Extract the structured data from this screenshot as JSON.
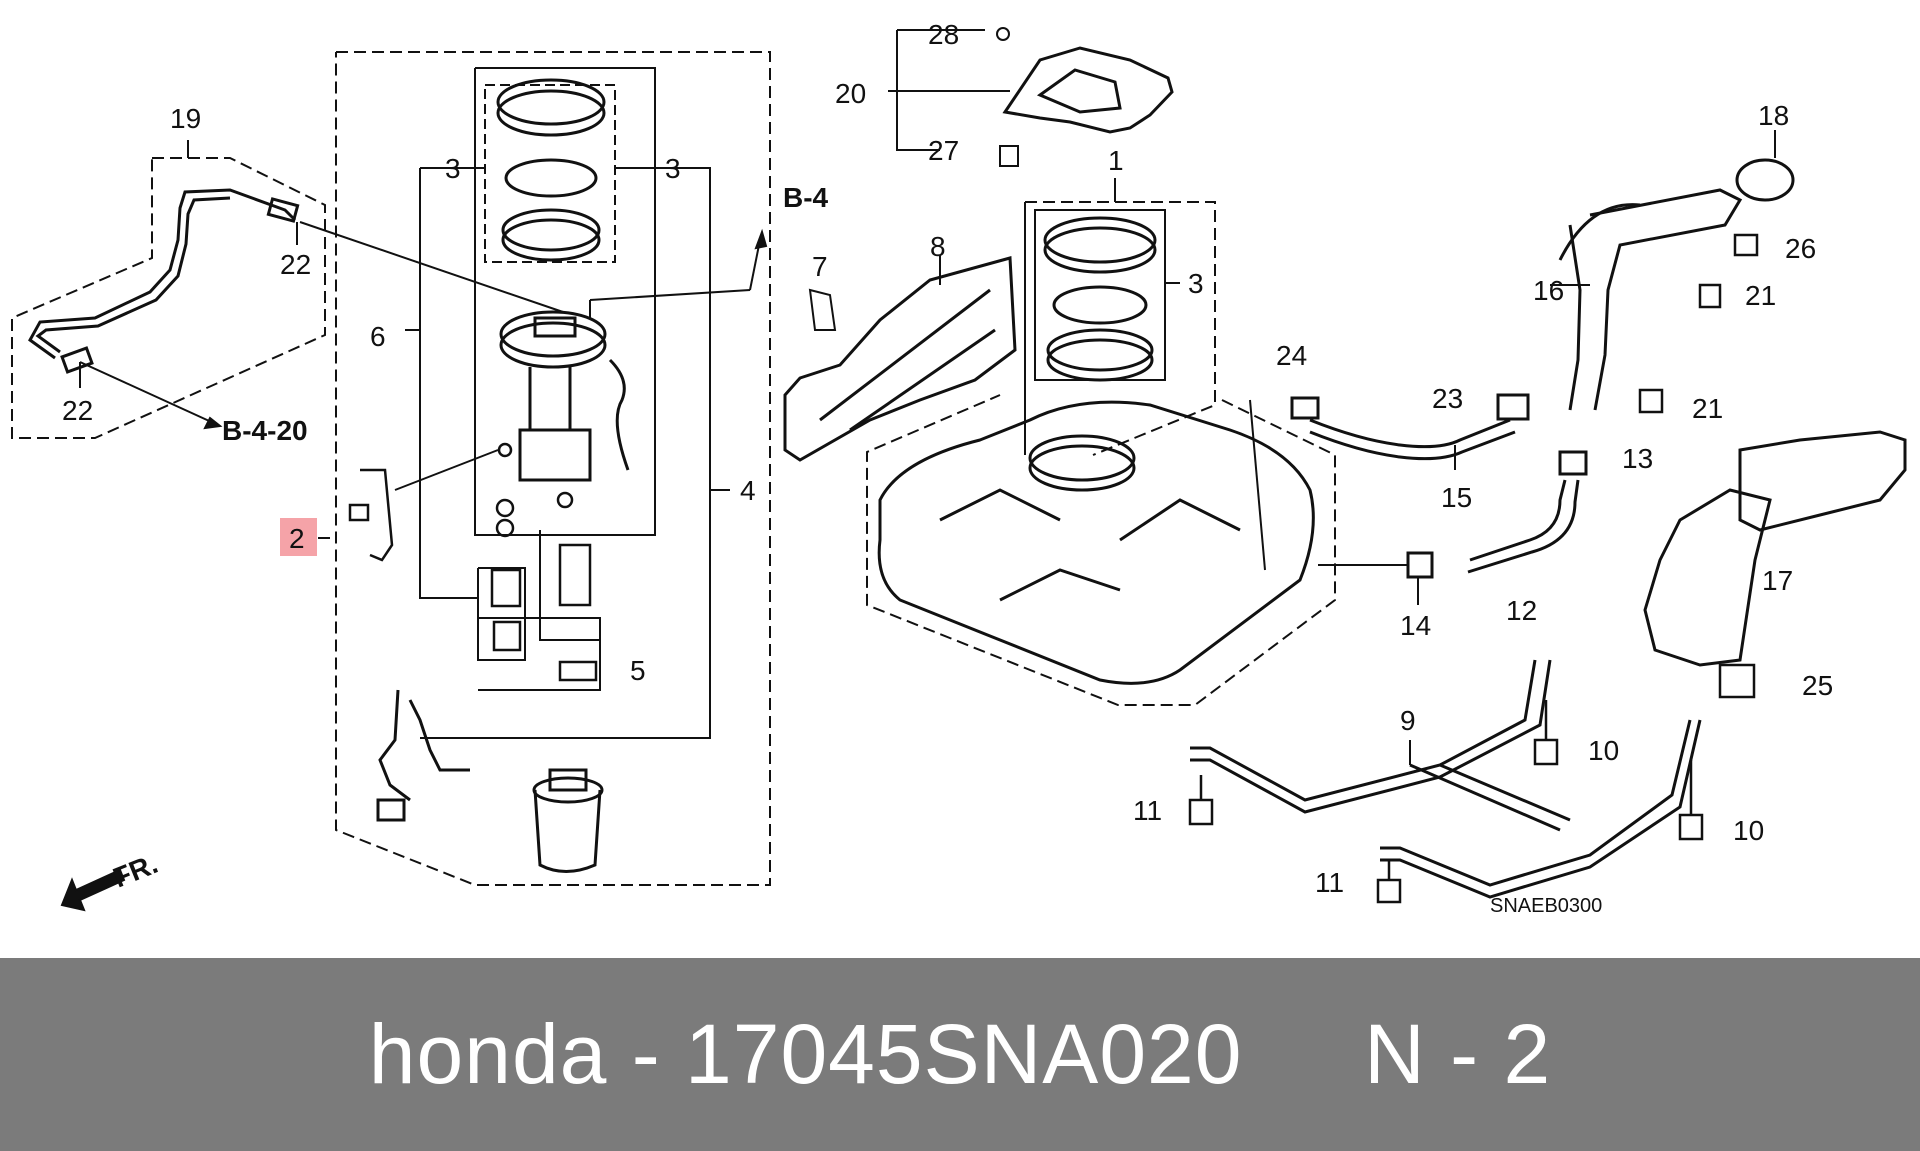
{
  "diagram": {
    "callouts": [
      {
        "id": "c19",
        "text": "19"
      },
      {
        "id": "c22a",
        "text": "22"
      },
      {
        "id": "c22b",
        "text": "22"
      },
      {
        "id": "c3a",
        "text": "3"
      },
      {
        "id": "c3b",
        "text": "3"
      },
      {
        "id": "c3c",
        "text": "3"
      },
      {
        "id": "c6",
        "text": "6"
      },
      {
        "id": "c2",
        "text": "2"
      },
      {
        "id": "c4",
        "text": "4"
      },
      {
        "id": "c5",
        "text": "5"
      },
      {
        "id": "c28",
        "text": "28"
      },
      {
        "id": "c20",
        "text": "20"
      },
      {
        "id": "c27",
        "text": "27"
      },
      {
        "id": "c1",
        "text": "1"
      },
      {
        "id": "c7",
        "text": "7"
      },
      {
        "id": "c8",
        "text": "8"
      },
      {
        "id": "c18",
        "text": "18"
      },
      {
        "id": "c26",
        "text": "26"
      },
      {
        "id": "c21a",
        "text": "21"
      },
      {
        "id": "c21b",
        "text": "21"
      },
      {
        "id": "c16",
        "text": "16"
      },
      {
        "id": "c24",
        "text": "24"
      },
      {
        "id": "c23",
        "text": "23"
      },
      {
        "id": "c13",
        "text": "13"
      },
      {
        "id": "c15",
        "text": "15"
      },
      {
        "id": "c14",
        "text": "14"
      },
      {
        "id": "c12",
        "text": "12"
      },
      {
        "id": "c17",
        "text": "17"
      },
      {
        "id": "c25",
        "text": "25"
      },
      {
        "id": "c9",
        "text": "9"
      },
      {
        "id": "c10a",
        "text": "10"
      },
      {
        "id": "c10b",
        "text": "10"
      },
      {
        "id": "c11a",
        "text": "11"
      },
      {
        "id": "c11b",
        "text": "11"
      }
    ],
    "refs": {
      "b4": "B-4",
      "b420": "B-4-20"
    },
    "front_label": "FR.",
    "diagram_code": "SNAEB0300",
    "highlight_color": "#f5a3a8"
  },
  "caption": {
    "text": "honda - 17045SNA020     N - 2"
  }
}
